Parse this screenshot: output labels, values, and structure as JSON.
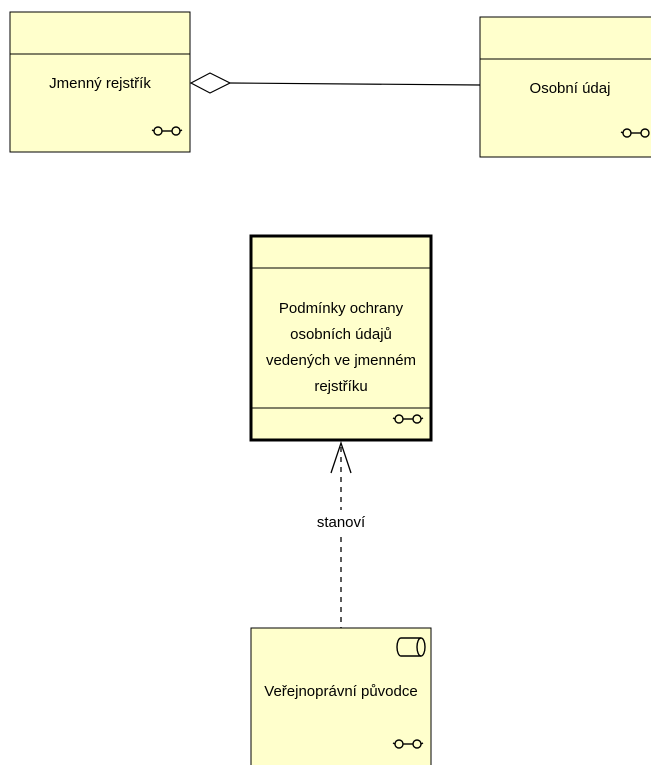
{
  "colors": {
    "box_fill": "#ffffcc",
    "stroke": "#000000",
    "background": "#ffffff"
  },
  "elements": [
    {
      "id": "jmenny-rejstrik",
      "label": "Jmenný rejstřík",
      "icon": "association-glasses-icon",
      "highlighted": false
    },
    {
      "id": "osobni-udaj",
      "label": "Osobní údaj",
      "icon": "association-glasses-icon",
      "highlighted": false
    },
    {
      "id": "podminky",
      "label_lines": [
        "Podmínky ochrany",
        "osobních údajů",
        "vedených ve jmenném",
        "rejstříku"
      ],
      "icon": "association-glasses-icon",
      "highlighted": true
    },
    {
      "id": "verejnopravni-puvodce",
      "label": "Veřejnoprávní původce",
      "icons": [
        "cylinder-icon",
        "association-glasses-icon"
      ],
      "highlighted": false
    }
  ],
  "connections": [
    {
      "from": "jmenny-rejstrik",
      "to": "osobni-udaj",
      "type": "aggregation",
      "label": ""
    },
    {
      "from": "verejnopravni-puvodce",
      "to": "podminky",
      "type": "dependency",
      "label": "stanoví"
    }
  ]
}
